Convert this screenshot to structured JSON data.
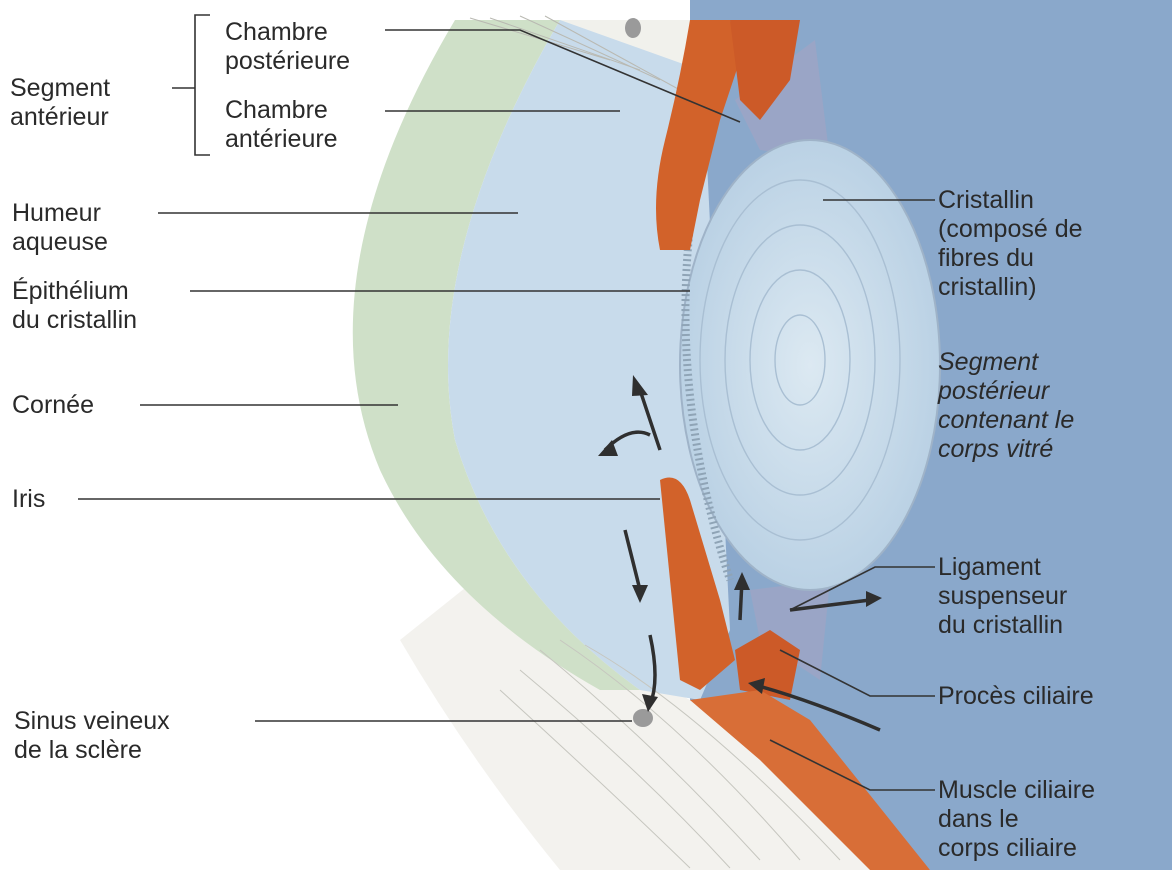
{
  "labels": {
    "segment_anterieur": [
      "Segment",
      "antérieur"
    ],
    "chambre_posterieure": [
      "Chambre",
      "postérieure"
    ],
    "chambre_anterieure": [
      "Chambre",
      "antérieure"
    ],
    "humeur_aqueuse": [
      "Humeur",
      "aqueuse"
    ],
    "epithelium": [
      "Épithélium",
      "du cristallin"
    ],
    "cornee": [
      "Cornée"
    ],
    "iris": [
      "Iris"
    ],
    "sinus": [
      "Sinus veineux",
      "de la sclère"
    ],
    "cristallin": [
      "Cristallin",
      "(composé de",
      "fibres du",
      "cristallin)"
    ],
    "segment_posterieur": [
      "Segment",
      "postérieur",
      "contenant le",
      "corps vitré"
    ],
    "ligament": [
      "Ligament",
      "suspenseur",
      "du cristallin"
    ],
    "proces": [
      "Procès ciliaire"
    ],
    "muscle": [
      "Muscle ciliaire",
      "dans le",
      "corps ciliaire"
    ]
  },
  "colors": {
    "vitreous": "#7f9fc4",
    "aqueous": "#c9dcec",
    "cornea": "#cfe1c9",
    "lens": "#c3d8e8",
    "iris": "#d2622a",
    "sclera": "#f4f4f1",
    "leader_line": "#333333",
    "text": "#2a2a2a"
  }
}
